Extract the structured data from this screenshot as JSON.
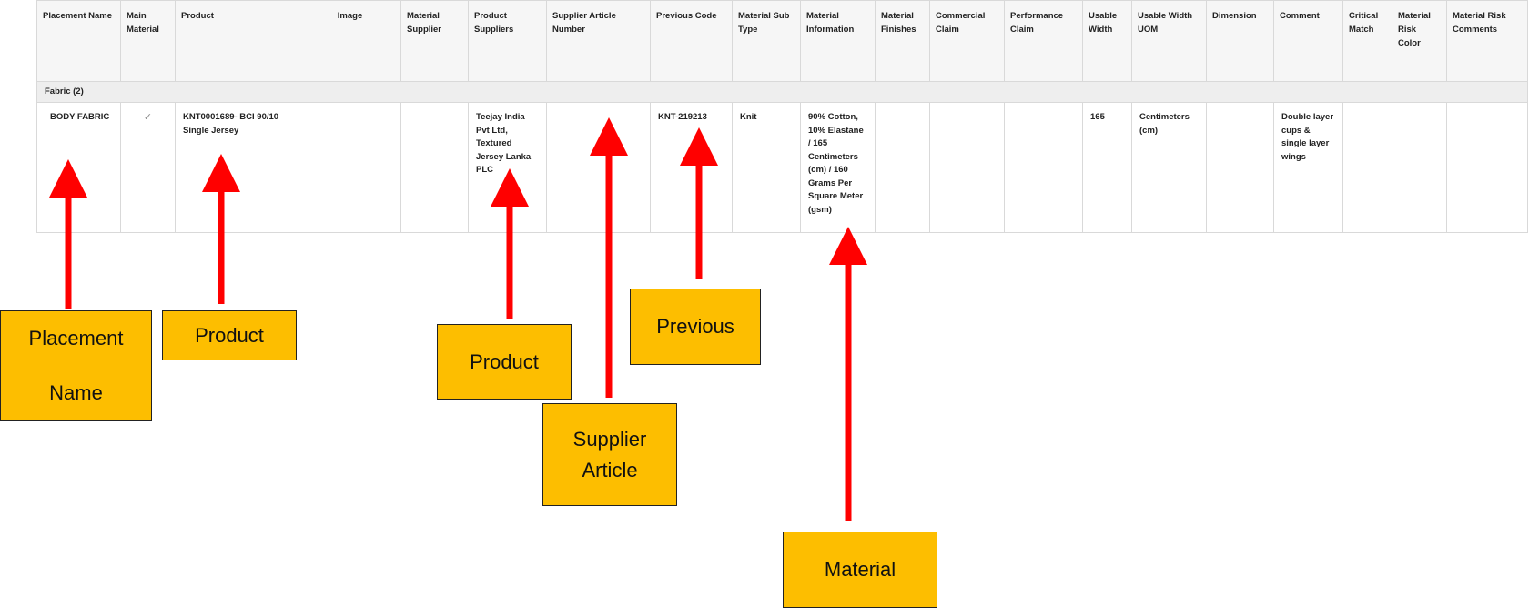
{
  "table": {
    "headers": [
      "Placement Name",
      "Main Material",
      "Product",
      "Image",
      "Material Supplier",
      "Product Suppliers",
      "Supplier Article Number",
      "Previous Code",
      "Material Sub Type",
      "Material Information",
      "Material Finishes",
      "Commercial Claim",
      "Performance Claim",
      "Usable Width",
      "Usable Width UOM",
      "Dimension",
      "Comment",
      "Critical Match",
      "Material Risk Color",
      "Material Risk Comments"
    ],
    "group_label": "Fabric (2)",
    "row": {
      "placement_name": "BODY FABRIC",
      "main_material": "✓",
      "product": "KNT0001689- BCI 90/10 Single Jersey",
      "image": "",
      "material_supplier": "",
      "product_suppliers": "Teejay India Pvt Ltd, Textured Jersey Lanka PLC",
      "supplier_article_number": "",
      "previous_code": "KNT-219213",
      "material_sub_type": "Knit",
      "material_information": "90% Cotton, 10% Elastane / 165 Centimeters (cm) / 160 Grams Per Square Meter (gsm)",
      "material_finishes": "",
      "commercial_claim": "",
      "performance_claim": "",
      "usable_width": "165",
      "usable_width_uom": "Centimeters (cm)",
      "dimension": "",
      "comment": "Double layer cups & single layer wings",
      "critical_match": "",
      "material_risk_color": "",
      "material_risk_comments": ""
    }
  },
  "callouts": {
    "placement_name": "Placement\nName",
    "product": "Product",
    "product_suppliers": "Product",
    "supplier_article": "Supplier\nArticle",
    "previous": "Previous",
    "material": "Material"
  },
  "colors": {
    "callout_fill": "#fdbe00",
    "arrow": "#ff0000"
  }
}
